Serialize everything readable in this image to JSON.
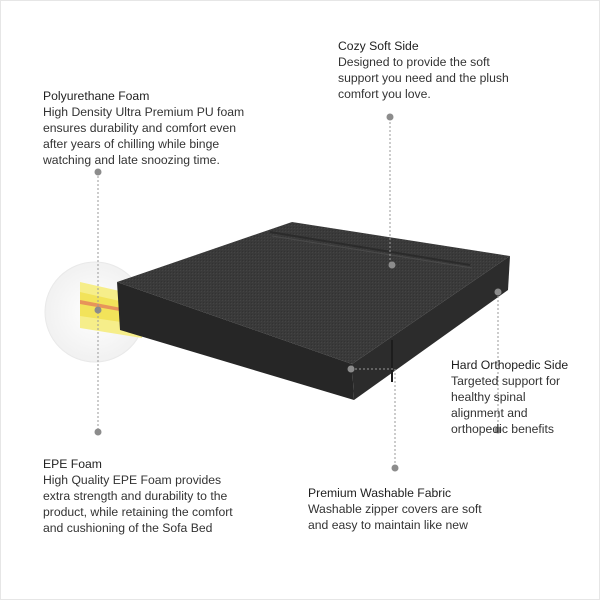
{
  "callouts": {
    "polyurethane": {
      "title": "Polyurethane Foam",
      "description": "High Density Ultra Premium PU foam ensures durability and comfort even after years of chilling while binge watching and late snoozing time."
    },
    "cozy_soft_side": {
      "title": "Cozy Soft Side",
      "description": "Designed to provide the soft support you need and the plush comfort you love."
    },
    "hard_orthopedic_side": {
      "title": "Hard Orthopedic Side",
      "description": "Targeted support for healthy spinal alignment and orthopedic benefits"
    },
    "epe_foam": {
      "title": "EPE Foam",
      "description": "High Quality EPE Foam provides extra strength and durability to the product, while retaining the comfort and cushioning of the Sofa Bed"
    },
    "premium_fabric": {
      "title": "Premium Washable Fabric",
      "description": "Washable zipper covers are soft and easy to maintain like new"
    }
  },
  "colors": {
    "mattress_top": "#3b3b3b",
    "mattress_side": "#262626",
    "foam_yellow": "#f2e35a",
    "foam_orange": "#e7945a",
    "dot": "#8c8c8c"
  }
}
